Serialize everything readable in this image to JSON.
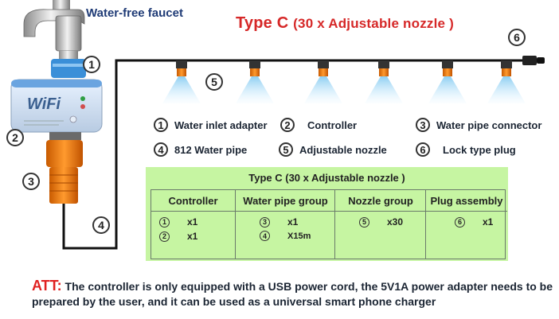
{
  "faucet_label": "Water-free faucet",
  "title_main": "Type C",
  "title_sub": "(30 x Adjustable nozzle )",
  "callouts": {
    "c1": "1",
    "c2": "2",
    "c3": "3",
    "c4": "4",
    "c5": "5",
    "c6": "6"
  },
  "controller_brand": "WiFi",
  "legend": [
    {
      "num": "1",
      "text": "Water inlet adapter"
    },
    {
      "num": "2",
      "text": "Controller"
    },
    {
      "num": "3",
      "text": "Water pipe connector"
    },
    {
      "num": "4",
      "text": "812 Water pipe"
    },
    {
      "num": "5",
      "text": "Adjustable nozzle"
    },
    {
      "num": "6",
      "text": "Lock type plug"
    }
  ],
  "table": {
    "title": "Type C (30 x Adjustable nozzle )",
    "columns": [
      {
        "header": "Controller",
        "rows": [
          {
            "num": "1",
            "qty": "x1"
          },
          {
            "num": "2",
            "qty": "x1"
          }
        ]
      },
      {
        "header": "Water pipe group",
        "rows": [
          {
            "num": "3",
            "qty": "x1"
          },
          {
            "num": "4",
            "qty": "X15m"
          }
        ]
      },
      {
        "header": "Nozzle group",
        "rows": [
          {
            "num": "5",
            "qty": "x30"
          }
        ]
      },
      {
        "header": "Plug assembly",
        "rows": [
          {
            "num": "6",
            "qty": "x1"
          }
        ]
      }
    ]
  },
  "note": {
    "prefix": "ATT:",
    "text": "The controller is only equipped with a USB power cord, the 5V1A power adapter needs to be prepared by the user, and it can be used as a universal smart phone charger"
  }
}
